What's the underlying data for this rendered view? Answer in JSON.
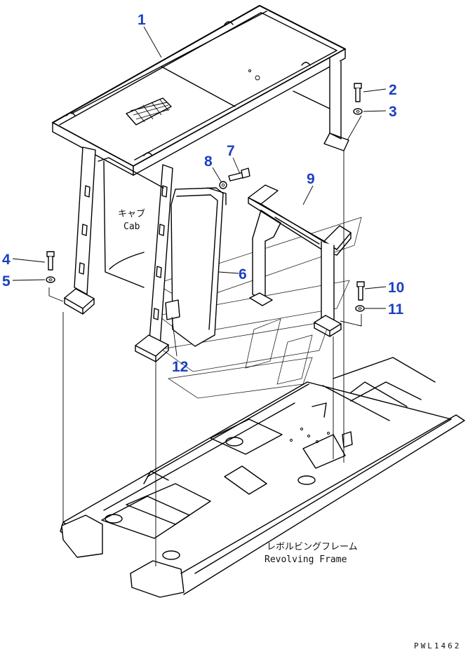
{
  "callouts": [
    {
      "id": "1",
      "text": "1"
    },
    {
      "id": "2",
      "text": "2"
    },
    {
      "id": "3",
      "text": "3"
    },
    {
      "id": "4",
      "text": "4"
    },
    {
      "id": "5",
      "text": "5"
    },
    {
      "id": "6",
      "text": "6"
    },
    {
      "id": "7",
      "text": "7"
    },
    {
      "id": "8",
      "text": "8"
    },
    {
      "id": "9",
      "text": "9"
    },
    {
      "id": "10",
      "text": "10"
    },
    {
      "id": "11",
      "text": "11"
    },
    {
      "id": "12",
      "text": "12"
    }
  ],
  "labels": {
    "cab_jp": "キャブ",
    "cab_en": "Cab",
    "frame_jp": "レボルビングフレーム",
    "frame_en": "Revolving Frame"
  },
  "drawing_code": "PWL1462"
}
